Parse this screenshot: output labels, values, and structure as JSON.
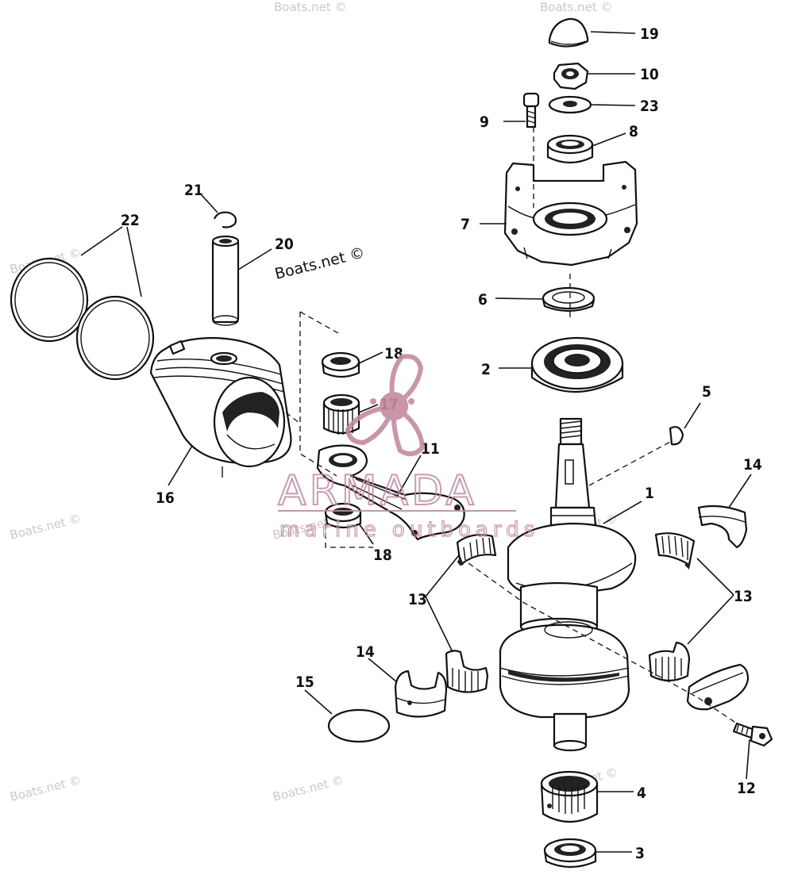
{
  "callouts": [
    {
      "id": "1",
      "label": "1"
    },
    {
      "id": "2",
      "label": "2"
    },
    {
      "id": "3",
      "label": "3"
    },
    {
      "id": "4",
      "label": "4"
    },
    {
      "id": "5",
      "label": "5"
    },
    {
      "id": "6",
      "label": "6"
    },
    {
      "id": "7",
      "label": "7"
    },
    {
      "id": "8",
      "label": "8"
    },
    {
      "id": "9",
      "label": "9"
    },
    {
      "id": "10",
      "label": "10"
    },
    {
      "id": "11",
      "label": "11"
    },
    {
      "id": "12",
      "label": "12"
    },
    {
      "id": "13a",
      "label": "13"
    },
    {
      "id": "13b",
      "label": "13"
    },
    {
      "id": "14a",
      "label": "14"
    },
    {
      "id": "14b",
      "label": "14"
    },
    {
      "id": "15",
      "label": "15"
    },
    {
      "id": "16",
      "label": "16"
    },
    {
      "id": "17",
      "label": "17"
    },
    {
      "id": "18a",
      "label": "18"
    },
    {
      "id": "18b",
      "label": "18"
    },
    {
      "id": "19",
      "label": "19"
    },
    {
      "id": "20",
      "label": "20"
    },
    {
      "id": "21",
      "label": "21"
    },
    {
      "id": "22",
      "label": "22"
    },
    {
      "id": "23",
      "label": "23"
    }
  ],
  "watermarks": {
    "text": "Boats.net ©",
    "brand": "ARMADA",
    "brand_sub": "marine outboards"
  },
  "colors": {
    "line": "#111111",
    "watermark": "#c9c9c9",
    "brand": "#c58aa0"
  }
}
